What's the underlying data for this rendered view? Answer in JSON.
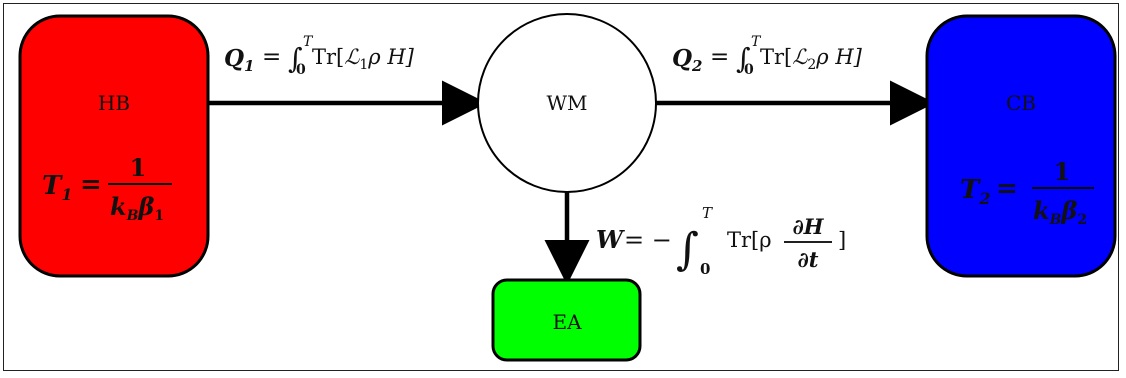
{
  "nodes": {
    "hot_bath": {
      "label": "HB",
      "color": "#ff0000"
    },
    "working_medium": {
      "label": "WM",
      "color": "#ffffff"
    },
    "cold_bath": {
      "label": "CB",
      "color": "#0000ff"
    },
    "energy_agent": {
      "label": "EA",
      "color": "#00ff00"
    }
  },
  "equations": {
    "t1": {
      "lhs": "T",
      "sub": "1",
      "eq": "=",
      "num": "1",
      "den_k": "k",
      "den_k_sub": "B",
      "den_beta": "β",
      "den_beta_sub": "1"
    },
    "t2": {
      "lhs": "T",
      "sub": "2",
      "eq": "=",
      "num": "1",
      "den_k": "k",
      "den_k_sub": "B",
      "den_beta": "β",
      "den_beta_sub": "2"
    },
    "q1": {
      "lhs": "Q",
      "sub": "1",
      "eq": "=",
      "int": "∫",
      "lower": "0",
      "upper": "T",
      "body": "Tr[",
      "L": "ℒ",
      "L_sub": "1",
      "rest": "ρ H]"
    },
    "q2": {
      "lhs": "Q",
      "sub": "2",
      "eq": "=",
      "int": "∫",
      "lower": "0",
      "upper": "T",
      "body": "Tr[",
      "L": "ℒ",
      "L_sub": "2",
      "rest": "ρ H]"
    },
    "w": {
      "lhs": "W",
      "eq": "= −",
      "int": "∫",
      "lower": "0",
      "upper": "T",
      "body": "Tr[ρ",
      "num": "∂H",
      "den": "∂t",
      "close": "]"
    }
  }
}
